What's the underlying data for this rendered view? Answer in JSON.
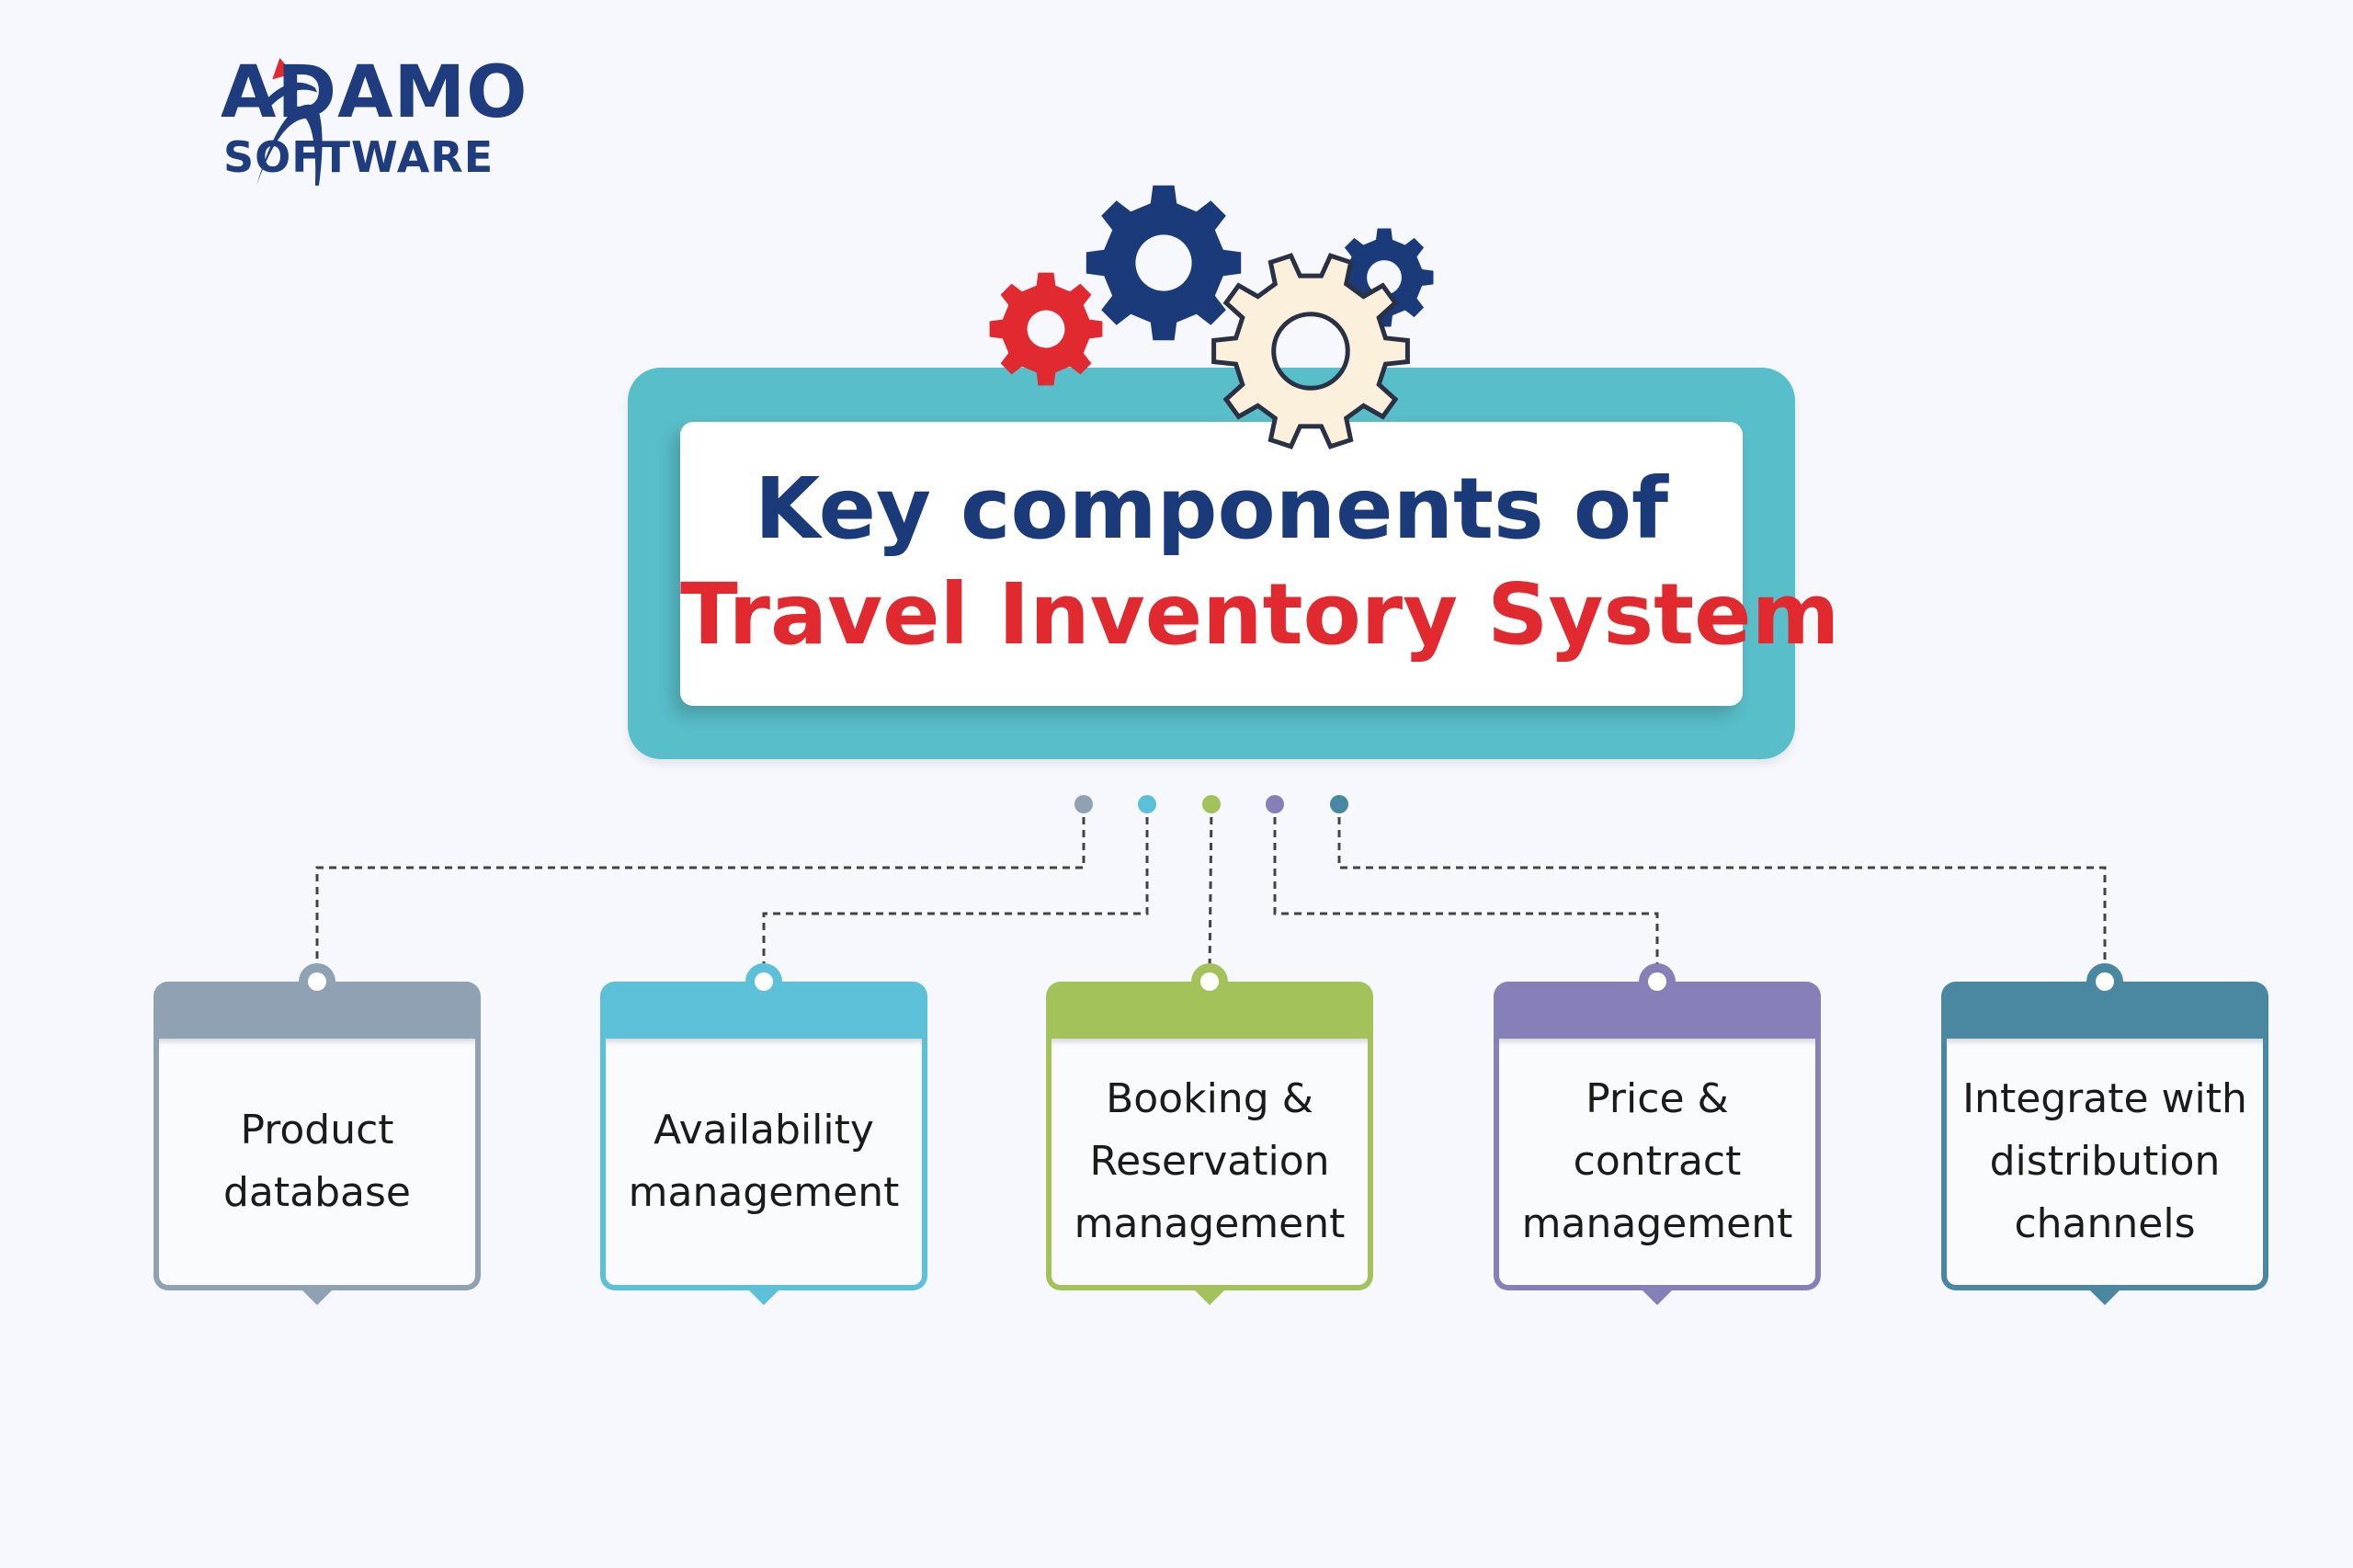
{
  "logo": {
    "line1": "ADAMO",
    "line2": "SOFTWARE"
  },
  "title": {
    "line1": "Key components of",
    "line2": "Travel Inventory System"
  },
  "colors": {
    "navy": "#1a3a7a",
    "red": "#e02a2f",
    "teal_box": "#58bec9",
    "cream": "#fbf0dc"
  },
  "components": [
    {
      "label": "Product\ndatabase",
      "color": "#8fa1b3"
    },
    {
      "label": "Availability\nmanagement",
      "color": "#5bc0d8"
    },
    {
      "label": "Booking &\nReservation\nmanagement",
      "color": "#a3c35a"
    },
    {
      "label": "Price &\ncontract\nmanagement",
      "color": "#8680b8"
    },
    {
      "label": "Integrate with\ndistribution\nchannels",
      "color": "#4a87a0"
    }
  ]
}
